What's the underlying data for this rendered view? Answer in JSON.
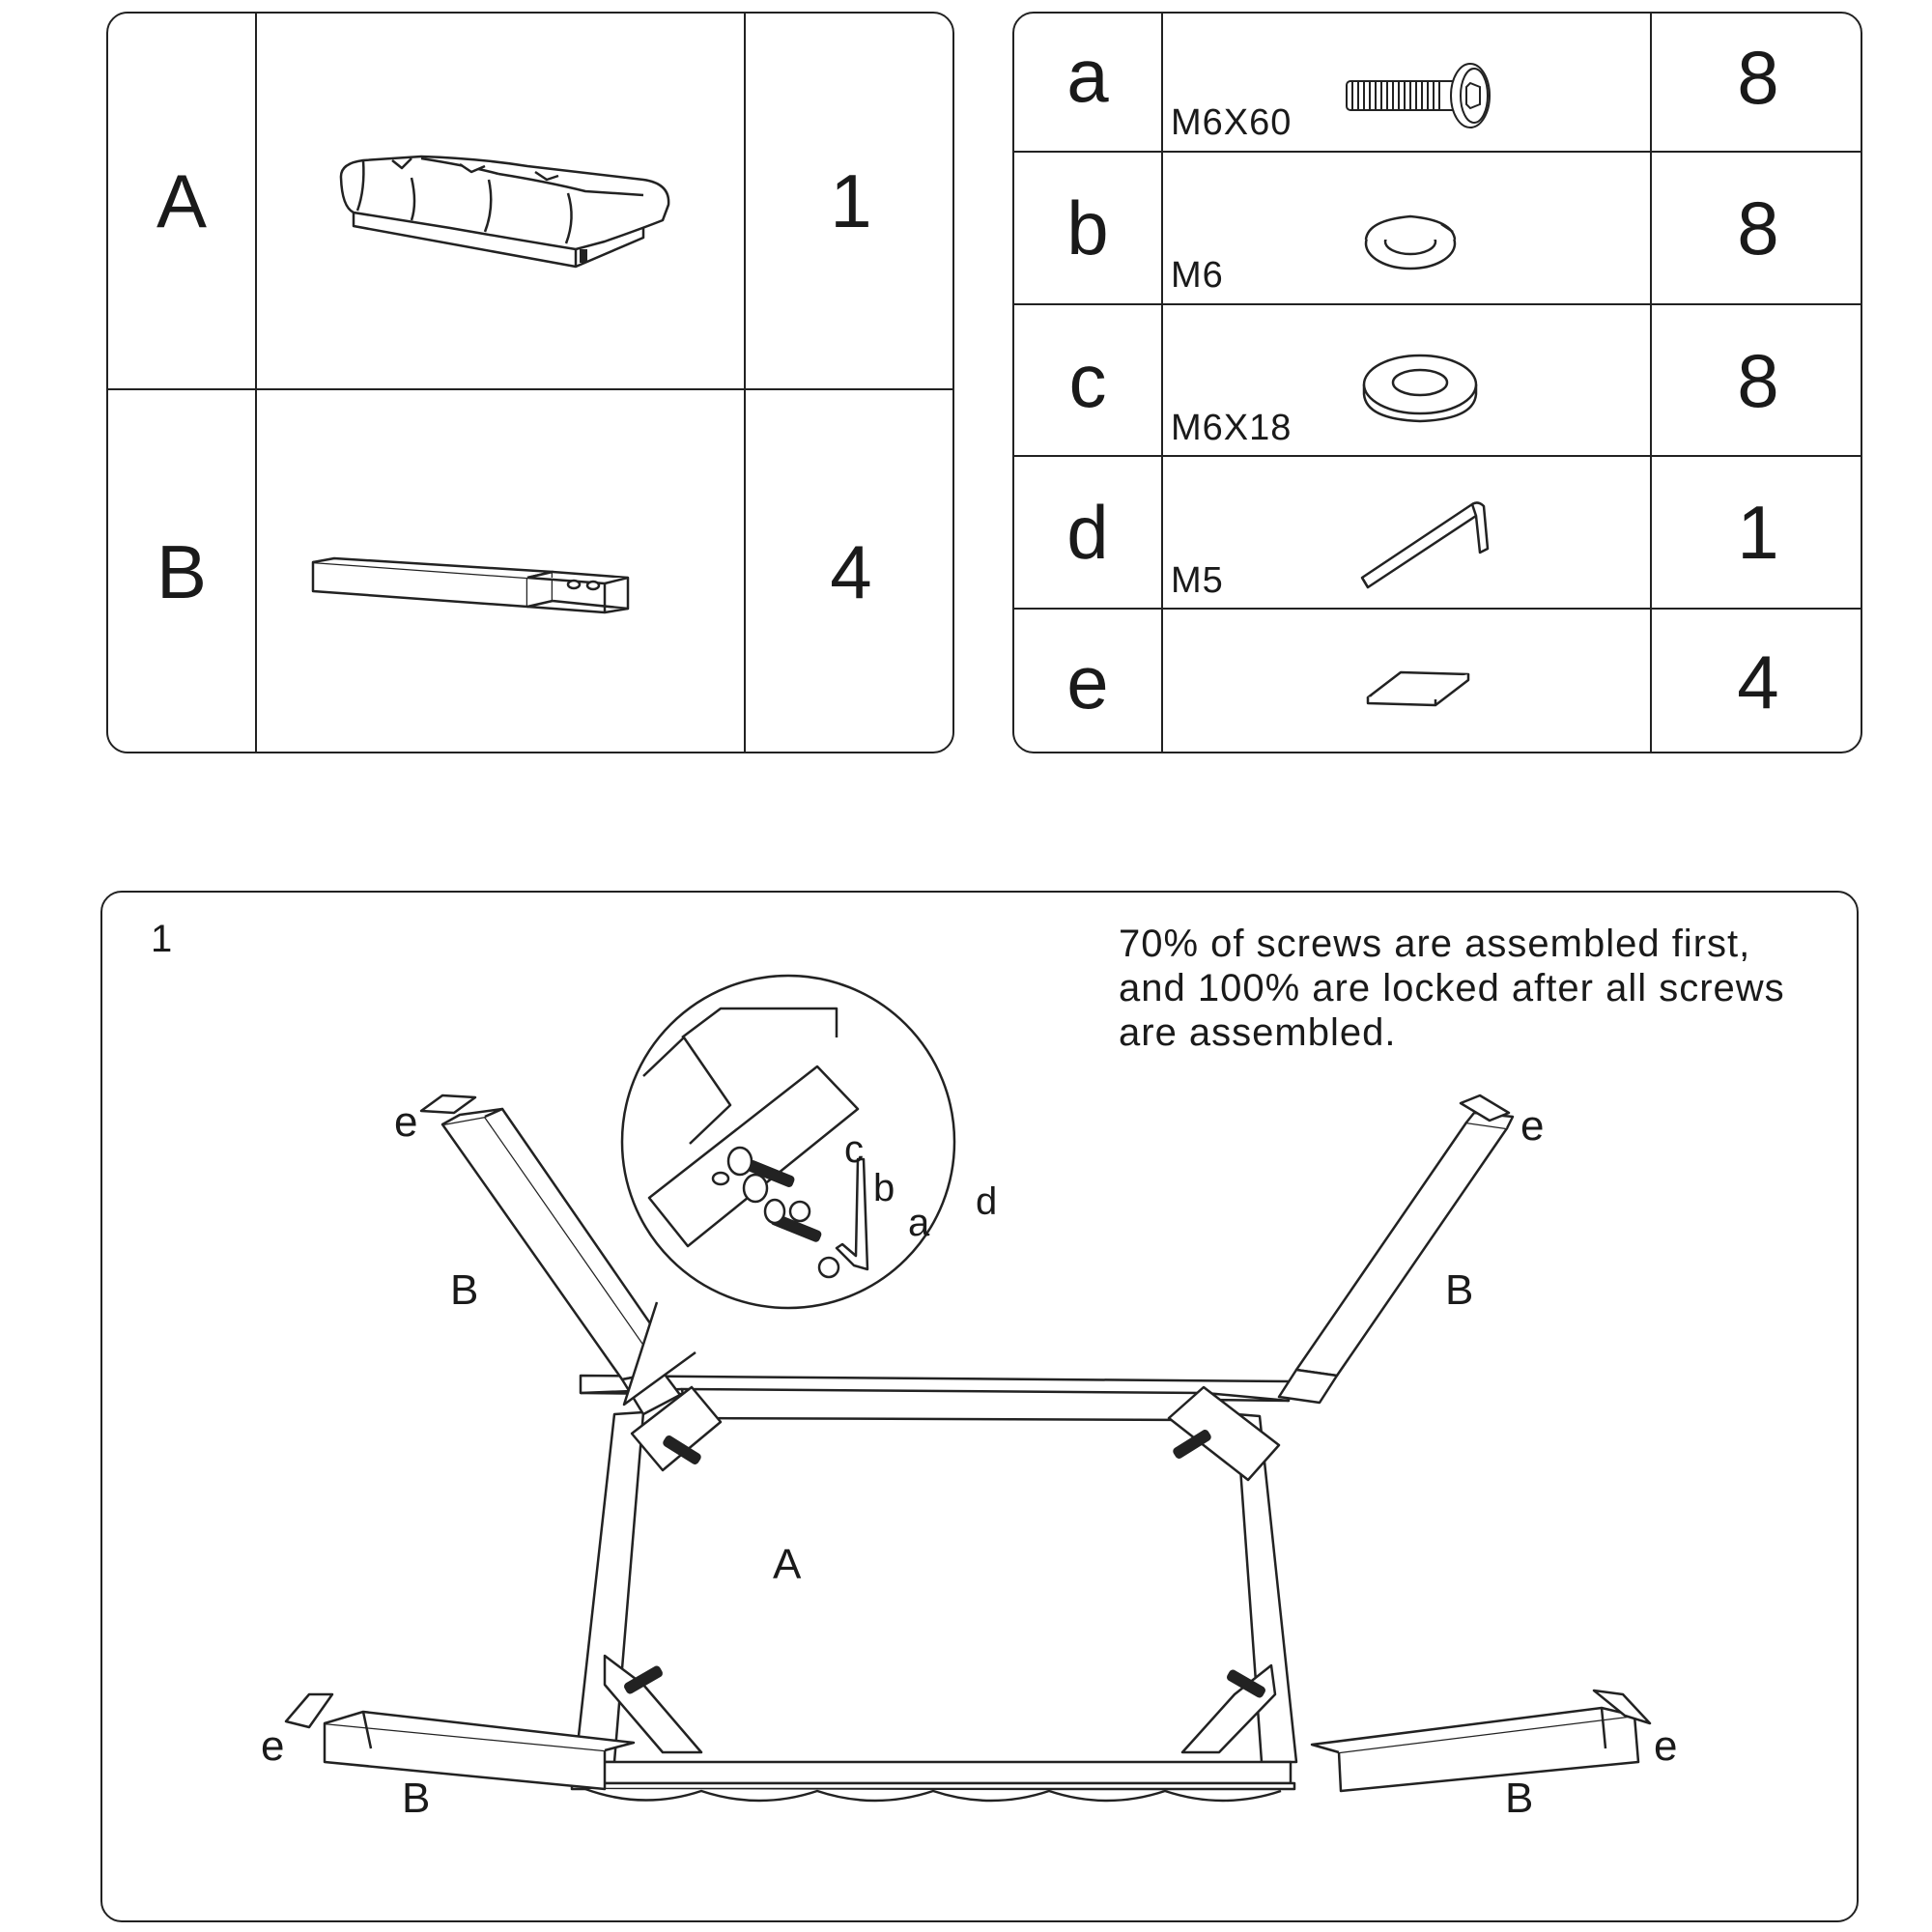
{
  "parts_table": {
    "rows": [
      {
        "letter": "A",
        "qty": "1",
        "icon": "bench-seat-icon"
      },
      {
        "letter": "B",
        "qty": "4",
        "icon": "bench-leg-icon"
      }
    ]
  },
  "hardware_table": {
    "rows": [
      {
        "letter": "a",
        "spec": "M6X60",
        "qty": "8",
        "icon": "bolt-icon"
      },
      {
        "letter": "b",
        "spec": "M6",
        "qty": "8",
        "icon": "spring-washer-icon"
      },
      {
        "letter": "c",
        "spec": "M6X18",
        "qty": "8",
        "icon": "flat-washer-icon"
      },
      {
        "letter": "d",
        "spec": "M5",
        "qty": "1",
        "icon": "allen-key-icon"
      },
      {
        "letter": "e",
        "spec": "",
        "qty": "4",
        "icon": "felt-pad-icon"
      }
    ]
  },
  "step": {
    "number": "1",
    "note_lines": [
      "70% of screws are assembled first,",
      "and 100% are locked after all screws",
      "are assembled."
    ],
    "labels": {
      "seat": "A",
      "leg": "B",
      "pad": "e",
      "bolt": "a",
      "spring_washer": "b",
      "flat_washer": "c",
      "key": "d"
    }
  }
}
